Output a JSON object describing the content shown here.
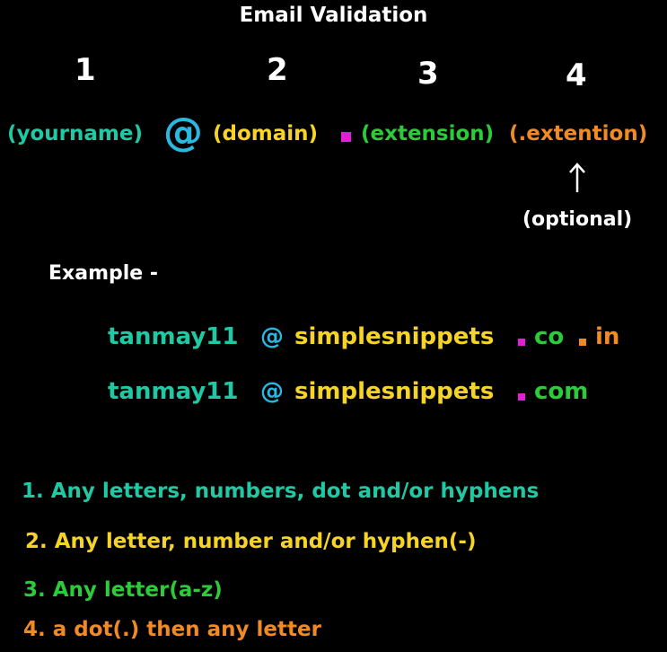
{
  "title": "Email Validation",
  "parts": {
    "numbers": [
      "1",
      "2",
      "3",
      "4"
    ],
    "yourname": "(yourname)",
    "at": "@",
    "domain": "(domain)",
    "extension": "(extension)",
    "extention": "(.extention)",
    "optional": "(optional)"
  },
  "example": {
    "label": "Example -",
    "rows": [
      {
        "user": "tanmay11",
        "at": "@",
        "domain": "simplesnippets",
        "ext": "co",
        "ext2": "in"
      },
      {
        "user": "tanmay11",
        "at": "@",
        "domain": "simplesnippets",
        "ext": "com"
      }
    ]
  },
  "rules": [
    "1.  Any letters, numbers, dot and/or hyphens",
    "2. Any letter, number and/or hyphen(-)",
    "3. Any letter(a-z)",
    "4. a dot(.) then any letter"
  ],
  "colors": {
    "teal": "#1ec9a4",
    "cyan": "#2ab7e0",
    "yellow": "#f5d327",
    "green": "#2dcb3a",
    "orange": "#f08a24",
    "magenta": "#e21fd4",
    "white": "#ffffff",
    "background": "#000000"
  },
  "icons": {
    "arrow": "up-arrow-icon",
    "dot": "dot-square-icon"
  }
}
